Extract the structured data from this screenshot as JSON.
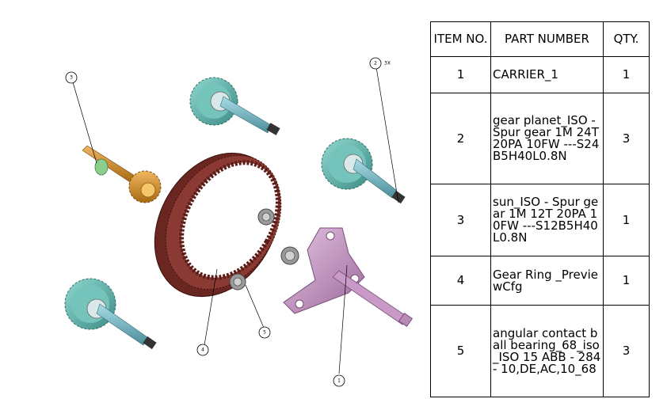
{
  "bom": {
    "headers": {
      "item_no": "ITEM NO.",
      "part_number": "PART NUMBER",
      "qty": "QTY."
    },
    "rows": [
      {
        "item": "1",
        "part": "CARRIER_1",
        "qty": "1"
      },
      {
        "item": "2",
        "part": "gear planet_ISO - Spur gear 1M 24T 20PA 10FW ---S24B5H40L0.8N",
        "qty": "3"
      },
      {
        "item": "3",
        "part": "sun_ISO - Spur gear 1M 12T 20PA 10FW ---S12B5H40L0.8N",
        "qty": "1"
      },
      {
        "item": "4",
        "part": "Gear Ring _PreviewCfg",
        "qty": "1"
      },
      {
        "item": "5",
        "part": "angular contact ball bearing_68_iso_ISO 15 ABB - 284 - 10,DE,AC,10_68",
        "qty": "3"
      }
    ]
  },
  "balloons": {
    "sun": "3",
    "planet": "2",
    "planet_qty": "3X",
    "ring": "4",
    "bearing": "5",
    "carrier": "1"
  },
  "colors": {
    "planet_gear": "#5fbcb4",
    "shaft": "#6ab0c0",
    "sun_gear": "#d8932a",
    "ring_gear": "#7a2a22",
    "carrier": "#c99ac8",
    "bearing": "#8a8a8a"
  }
}
